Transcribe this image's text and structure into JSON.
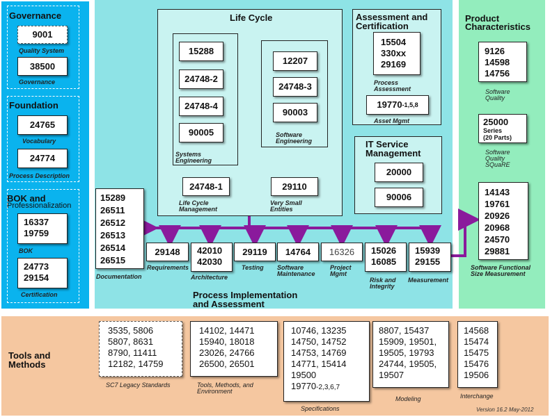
{
  "left_panel": {
    "governance": {
      "title": "Governance",
      "box1": "9001",
      "cap1": "Quality System",
      "box2": "38500",
      "cap2": "Governance"
    },
    "foundation": {
      "title": "Foundation",
      "box1": "24765",
      "cap1": "Vocabulary",
      "box2": "24774",
      "cap2": "Process Description"
    },
    "bok": {
      "title1": "BOK and",
      "title2": "Professionalization",
      "box1": [
        "16337",
        "19759"
      ],
      "cap1": "BOK",
      "box2": [
        "24773",
        "29154"
      ],
      "cap2": "Certification"
    }
  },
  "life_cycle": {
    "title": "Life Cycle",
    "systems": {
      "boxes": [
        "15288",
        "24748-2",
        "24748-4",
        "90005"
      ],
      "caption": [
        "Systems",
        "Engineering"
      ]
    },
    "software": {
      "boxes": [
        "12207",
        "24748-3",
        "90003"
      ],
      "caption": [
        "Software",
        "Engineering"
      ]
    },
    "lcm": {
      "box": "24748-1",
      "caption": [
        "Life Cycle",
        "Management"
      ]
    },
    "vse": {
      "box": "29110",
      "caption": [
        "Very Small",
        "Entities"
      ]
    }
  },
  "assessment": {
    "title1": "Assessment and",
    "title2": "Certification",
    "box1": [
      "15504",
      "330xx",
      "29169"
    ],
    "cap1": [
      "Process",
      "Assessment"
    ],
    "box2_main": "19770",
    "box2_sub": "-1,5,8",
    "cap2": "Asset Mgmt"
  },
  "it_service": {
    "title1": "IT Service",
    "title2": "Management",
    "box1": "20000",
    "box2": "90006"
  },
  "documentation": {
    "box": [
      "15289",
      "26511",
      "26512",
      "26513",
      "26514",
      "26515"
    ],
    "caption": "Documentation"
  },
  "process_row": [
    {
      "box": [
        "29148"
      ],
      "caption": [
        "Requirements"
      ]
    },
    {
      "box": [
        "42010",
        "42030"
      ],
      "caption": [
        "Architecture"
      ]
    },
    {
      "box": [
        "29119"
      ],
      "caption": [
        "Testing"
      ]
    },
    {
      "box": [
        "14764"
      ],
      "caption": [
        "Software",
        "Maintenance"
      ]
    },
    {
      "box": [
        "16326"
      ],
      "caption": [
        "Project",
        "Mgmt"
      ]
    },
    {
      "box": [
        "15026",
        "16085"
      ],
      "caption": [
        "Risk and",
        "Integrity"
      ]
    },
    {
      "box": [
        "15939",
        "29155"
      ],
      "caption": [
        "Measurement"
      ]
    }
  ],
  "process_title": [
    "Process Implementation",
    "and Assessment"
  ],
  "product": {
    "title1": "Product",
    "title2": "Characteristics",
    "box1": [
      "9126",
      "14598",
      "14756"
    ],
    "cap1": [
      "Software",
      "Quality"
    ],
    "box2_main": "25000",
    "box2_l2": "Series",
    "box2_l3": "(20 Parts)",
    "cap2": [
      "Software",
      "Quality",
      "SQuaRE"
    ],
    "box3": [
      "14143",
      "19761",
      "20926",
      "20968",
      "24570",
      "29881"
    ],
    "cap3": [
      "Software Functional",
      "Size Measurement"
    ]
  },
  "tools": {
    "title1": "Tools and",
    "title2": "Methods",
    "groups": [
      {
        "lines": [
          "3535, 5806",
          "5807, 8631",
          "8790, 11411",
          "12182, 14759"
        ],
        "caption": [
          "SC7 Legacy Standards"
        ]
      },
      {
        "lines": [
          "14102, 14471",
          "15940, 18018",
          "23026, 24766",
          "26500, 26501"
        ],
        "caption": [
          "Tools, Methods, and",
          "Environment"
        ]
      },
      {
        "lines": [
          "10746, 13235",
          "14750, 14752",
          "14753, 14769",
          "14771, 15414",
          "19500"
        ],
        "last_main": "19770",
        "last_sub": "-2,3,6,7",
        "caption": [
          "Specifications"
        ]
      },
      {
        "lines": [
          "8807, 15437",
          "15909, 19501,",
          "19505, 19793",
          "24744, 19505,",
          "19507"
        ],
        "caption": [
          "Modeling"
        ]
      },
      {
        "lines": [
          "14568",
          "15474",
          "15475",
          "15476",
          "19506"
        ],
        "caption": [
          "Interchange"
        ]
      }
    ]
  },
  "version": "Version 16.2 May-2012",
  "colors": {
    "left_bg": "#0ab3ee",
    "cyan_bg": "#8ee3e6",
    "green_bg": "#93edbd",
    "tools_bg": "#f5c7a0",
    "arrow": "#8a1a9c"
  }
}
